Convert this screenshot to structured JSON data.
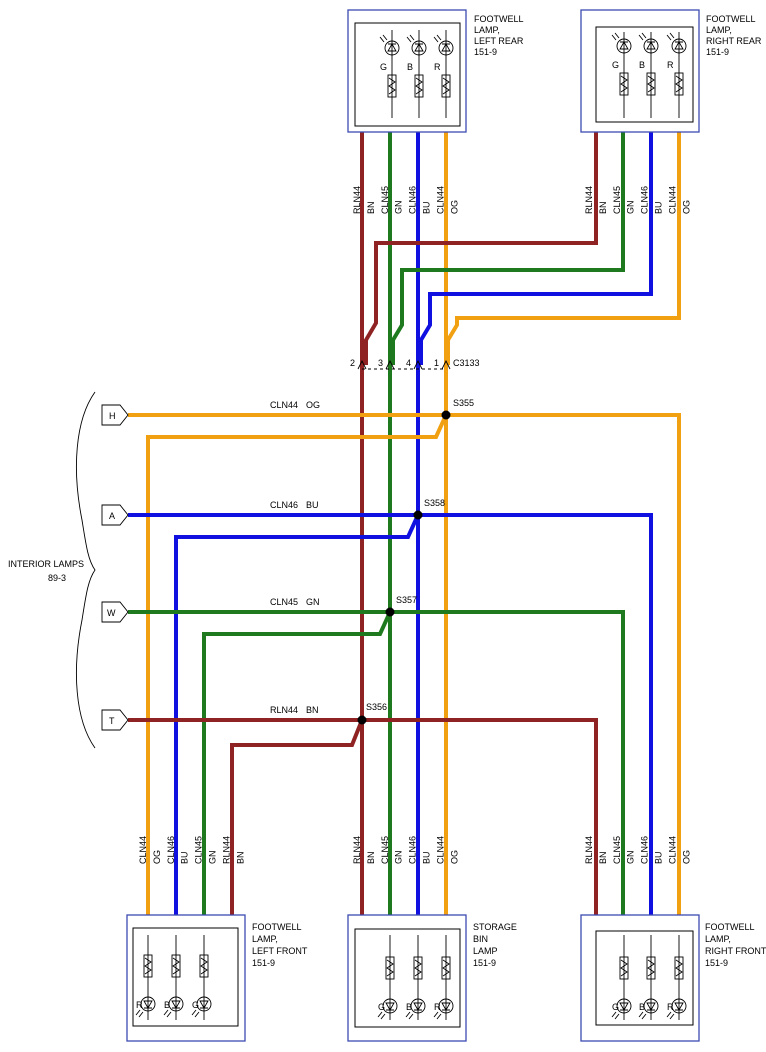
{
  "colors": {
    "BN": "#8f2323",
    "GN": "#1f7a1f",
    "BU": "#1010e0",
    "OG": "#f0a010",
    "box_border": "#3b4bb0"
  },
  "lamps": {
    "left_rear": {
      "name": [
        "FOOTWELL",
        "LAMP,",
        "LEFT REAR"
      ],
      "ref": "151-9",
      "pins": [
        "G",
        "B",
        "R"
      ]
    },
    "right_rear": {
      "name": [
        "FOOTWELL",
        "LAMP,",
        "RIGHT REAR"
      ],
      "ref": "151-9",
      "pins": [
        "G",
        "B",
        "R"
      ]
    },
    "left_front": {
      "name": [
        "FOOTWELL",
        "LAMP,",
        "LEFT FRONT"
      ],
      "ref": "151-9",
      "pins": [
        "R",
        "B",
        "G"
      ]
    },
    "storage_bin": {
      "name": [
        "STORAGE",
        "BIN",
        "LAMP"
      ],
      "ref": "151-9",
      "pins": [
        "G",
        "B",
        "R"
      ]
    },
    "right_front": {
      "name": [
        "FOOTWELL",
        "LAMP,",
        "RIGHT FRONT"
      ],
      "ref": "151-9",
      "pins": [
        "G",
        "B",
        "R"
      ]
    }
  },
  "connector": {
    "id": "C3133",
    "pins": [
      "2",
      "3",
      "4",
      "1"
    ]
  },
  "splices": [
    "S355",
    "S358",
    "S357",
    "S356"
  ],
  "interior_lamps": {
    "name": "INTERIOR LAMPS",
    "ref": "89-3",
    "pins": [
      "H",
      "A",
      "W",
      "T"
    ]
  },
  "circuits": [
    {
      "circuit": "CLN44",
      "color": "OG"
    },
    {
      "circuit": "CLN46",
      "color": "BU"
    },
    {
      "circuit": "CLN45",
      "color": "GN"
    },
    {
      "circuit": "RLN44",
      "color": "BN"
    }
  ],
  "wire_labels": {
    "top_left": [
      "RLN44",
      "BN",
      "CLN45",
      "GN",
      "CLN46",
      "BU",
      "CLN44",
      "OG"
    ],
    "top_right": [
      "RLN44",
      "BN",
      "CLN45",
      "GN",
      "CLN46",
      "BU",
      "CLN44",
      "OG"
    ],
    "bottom_left": [
      "CLN44",
      "OG",
      "CLN46",
      "BU",
      "CLN45",
      "GN",
      "RLN44",
      "BN"
    ],
    "bottom_mid": [
      "RLN44",
      "BN",
      "CLN45",
      "GN",
      "CLN46",
      "BU",
      "CLN44",
      "OG"
    ],
    "bottom_right": [
      "RLN44",
      "BN",
      "CLN45",
      "GN",
      "CLN46",
      "BU",
      "CLN44",
      "OG"
    ]
  }
}
